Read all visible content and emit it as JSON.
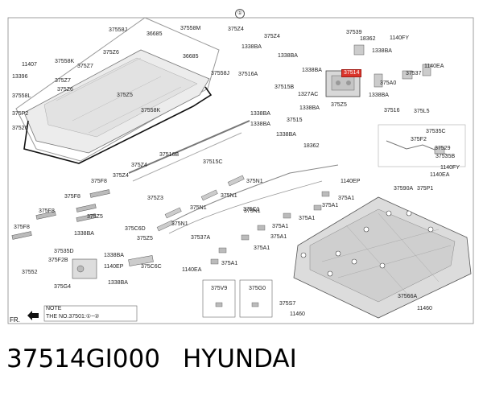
{
  "caption": {
    "part_number": "37514GI000",
    "brand": "HYUNDAI"
  },
  "reference_mark": "①",
  "note": {
    "title": "NOTE",
    "body": "THE NO.37501:①~②"
  },
  "front_mark": "FR.",
  "highlighted_part": "37514",
  "labels": [
    "37558J",
    "36685",
    "37558M",
    "375Z4",
    "375Z4",
    "37539",
    "18362",
    "1140FY",
    "37558K",
    "375Z6",
    "36685",
    "1338BA",
    "1338BA",
    "1338BA",
    "11407",
    "375Z7",
    "37558J",
    "1338BA",
    "375A0",
    "1140EA",
    "37537",
    "13396",
    "375Z7",
    "37516A",
    "375Z6",
    "37515B",
    "1327AC",
    "375Z5",
    "1338BA",
    "37558L",
    "375Z5",
    "1338BA",
    "37516",
    "375L5",
    "375P2",
    "37558K",
    "1338BA",
    "1338BA",
    "37515",
    "1338BA",
    "37526",
    "18362",
    "37535C",
    "375F2",
    "37529",
    "37535B",
    "37516B",
    "37515C",
    "1140FY",
    "1140EA",
    "375Z4",
    "375Z4",
    "375F8",
    "375N1",
    "1140EP",
    "37590A",
    "375P1",
    "375F8",
    "375Z3",
    "375N1",
    "375N1",
    "375A1",
    "375F8",
    "375N1",
    "375C1",
    "375A1",
    "375Z5",
    "375N1",
    "375A1",
    "375F8",
    "1338BA",
    "375C6D",
    "375A1",
    "375Z5",
    "37537A",
    "375A1",
    "37535D",
    "1338BA",
    "375A1",
    "375F2B",
    "1140EP",
    "375C6C",
    "375A1",
    "37552",
    "1140EA",
    "375G4",
    "1338BA",
    "375V9",
    "375G0",
    "375S7",
    "11460",
    "37566A",
    "11460"
  ]
}
